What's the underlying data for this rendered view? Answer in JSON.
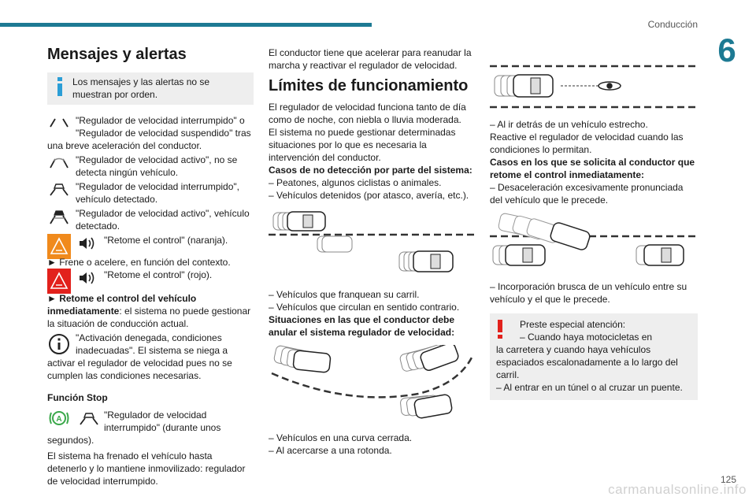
{
  "header": {
    "section": "Conducción",
    "chapter_number": "6",
    "page_number": "125"
  },
  "watermark": "carmanualsonline.info",
  "col1": {
    "title": "Mensajes y alertas",
    "info_text": "Los mensajes y las alertas no se muestran por orden.",
    "msg1": "\"Regulador de velocidad interrumpido\" o \"Regulador de velocidad suspendido\" tras",
    "msg1_rest": "una breve aceleración del conductor.",
    "msg2": "\"Regulador de velocidad activo\", no se detecta ningún vehículo.",
    "msg3": "\"Regulador de velocidad interrumpido\", vehículo detectado.",
    "msg4": "\"Regulador de velocidad activo\", vehículo detectado.",
    "msg5": "\"Retome el control\" (naranja).",
    "step1": "► Frene o acelere, en función del contexto.",
    "msg6": "\"Retome el control\" (rojo).",
    "step2_bold": "► Retome el control del vehículo inmediatamente",
    "step2_rest": ": el sistema no puede gestionar la situación de conducción actual.",
    "msg7": "\"Activación denegada, condiciones inadecuadas\". El sistema se niega a",
    "msg7_rest": "activar el regulador de velocidad pues no se cumplen las condiciones necesarias.",
    "stop_title": "Función Stop",
    "msg8": "\"Regulador de velocidad interrumpido\" (durante unos",
    "msg8_rest": "segundos).",
    "stop_text": "El sistema ha frenado el vehículo hasta detenerlo y lo mantiene inmovilizado: regulador de velocidad interrumpido."
  },
  "col2": {
    "intro": "El conductor tiene que acelerar para reanudar la marcha y reactivar el regulador de velocidad.",
    "title": "Límites de funcionamiento",
    "p1": "El regulador de velocidad funciona tanto de día como de noche, con niebla o lluvia moderada.",
    "p2": "El sistema no puede gestionar determinadas situaciones por lo que es necesaria la intervención del conductor.",
    "h_nodetect": "Casos de no detección por parte del sistema:",
    "li1": "– Peatones, algunos ciclistas o animales.",
    "li2": "– Vehículos detenidos (por atasco, avería, etc.).",
    "li3": "– Vehículos que franquean su carril.",
    "li4": "– Vehículos que circulan en sentido contrario.",
    "h_cancel": "Situaciones en las que el conductor debe anular el sistema regulador de velocidad:",
    "li5": "– Vehículos en una curva cerrada.",
    "li6": "– Al acercarse a una rotonda."
  },
  "col3": {
    "li1": "– Al ir detrás de un vehículo estrecho.",
    "p1": "Reactive el regulador de velocidad cuando las condiciones lo permitan.",
    "h_control": "Casos en los que se solicita al conductor que retome el control inmediatamente:",
    "li2": "– Desaceleración excesivamente pronunciada del vehículo que le precede.",
    "li3": "– Incorporación brusca de un vehículo entre su vehículo y el que le precede.",
    "warn_title": "Preste especial atención:",
    "warn_li1a": "– Cuando haya motocicletas en",
    "warn_li1b": "la carretera y cuando haya vehículos espaciados escalonadamente a lo largo del carril.",
    "warn_li2": "– Al entrar en un túnel o al cruzar un puente."
  },
  "colors": {
    "accent": "#1d7a93",
    "info": "#2b9ed6",
    "warning": "#e2211c",
    "alert_orange": "#f08a1c",
    "alert_red": "#e2211c",
    "green": "#3aa84a"
  }
}
